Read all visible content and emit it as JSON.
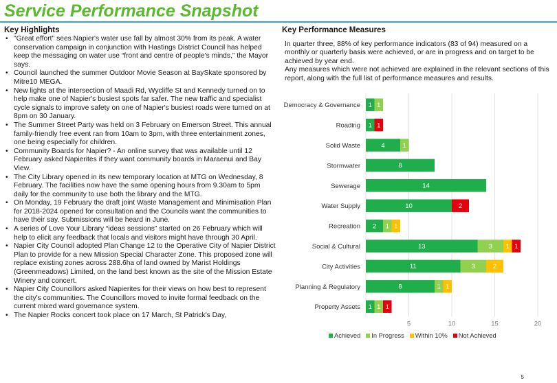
{
  "page": {
    "title": "Service Performance Snapshot",
    "page_number": "5"
  },
  "highlights": {
    "heading": "Key Highlights",
    "items": [
      "\"Great effort\" sees Napier's water use fall by almost 30% from its peak.  A water conservation campaign in conjunction with Hastings District Council has helped keep the messaging on water use “front and centre of people's minds,” the Mayor says.",
      "Council launched the summer Outdoor Movie Season at BaySkate sponsored by Mitre10 MEGA.",
      "New lights at the intersection of Maadi Rd, Wycliffe St and Kennedy turned on to help make one of Napier's busiest spots far safer.  The new traffic and specialist cycle signals to improve safety on one of Napier's busiest roads were turned on at 8pm on 30 January.",
      "The Summer Street Party was held on 3 February on Emerson Street.  This annual family-friendly free event ran from 10am to 3pm, with three entertainment zones, one being especially for children.",
      "Community Boards for Napier? - An online survey that was available until 12 February asked Napierites if they want community boards in Maraenui and Bay View.",
      "The City Library opened in its new temporary location at MTG on Wednesday, 8 February. The facilities now have the same opening hours from 9.30am to 5pm daily for the community to use both the library and the MTG.",
      "On Monday, 19 February the draft joint Waste Management and Minimisation Plan  for 2018-2024 opened for consultation and the Councils want the communities to have their say.  Submissions will be heard in June.",
      "A series of Love Your Library “ideas sessions” started on 26 February which will help to elicit any feedback that locals and visitors might have through 30 April.",
      "Napier City Council adopted Plan Change 12 to the Operative City of Napier District Plan to provide for a new Mission Special Character Zone.  This proposed zone will replace existing zones across 288.6ha of land owned by Marist Holdings (Greenmeadows) Limited, on the land best known as the site of the Mission Estate Winery and concert.",
      "Napier City Councillors asked Napierites for their views on how best to represent the city's communities.  The Councillors moved to invite formal feedback on the current mixed ward governance system.",
      "The Napier Rocks concert took place on 17 March, St Patrick's Day,"
    ]
  },
  "kpm": {
    "heading": "Key Performance Measures",
    "paragraph1": "In quarter three, 88% of key performance indicators (83 of 94) measured on a monthly or quarterly basis were achieved, or are in progress and on target to be achieved by year end.",
    "paragraph2": "Any measures which were not achieved are explained in the relevant sections of this report, along with the full list of performance measures and results."
  },
  "chart_data": {
    "type": "bar",
    "orientation": "horizontal",
    "stacked": true,
    "categories": [
      "Democracy & Governance",
      "Roading",
      "Solid Waste",
      "Stormwater",
      "Sewerage",
      "Water Supply",
      "Recreation",
      "Social & Cultural",
      "City Activities",
      "Planning & Regulatory",
      "Property Assets"
    ],
    "series": [
      {
        "name": "Achieved",
        "color": "#1fae4b",
        "values": [
          1,
          1,
          4,
          8,
          14,
          10,
          2,
          13,
          11,
          8,
          1
        ]
      },
      {
        "name": "In Progress",
        "color": "#92d050",
        "values": [
          1,
          0,
          1,
          0,
          0,
          0,
          1,
          3,
          3,
          1,
          1
        ]
      },
      {
        "name": "Within 10%",
        "color": "#ffc000",
        "values": [
          0,
          0,
          0,
          0,
          0,
          0,
          1,
          1,
          2,
          1,
          0
        ]
      },
      {
        "name": "Not Achieved",
        "color": "#e3000f",
        "values": [
          0,
          1,
          0,
          0,
          0,
          2,
          0,
          1,
          0,
          0,
          1
        ]
      }
    ],
    "xlim": [
      0,
      20
    ],
    "xticks": [
      "5",
      "10",
      "15",
      "20"
    ],
    "grid": true,
    "legend_position": "bottom"
  }
}
